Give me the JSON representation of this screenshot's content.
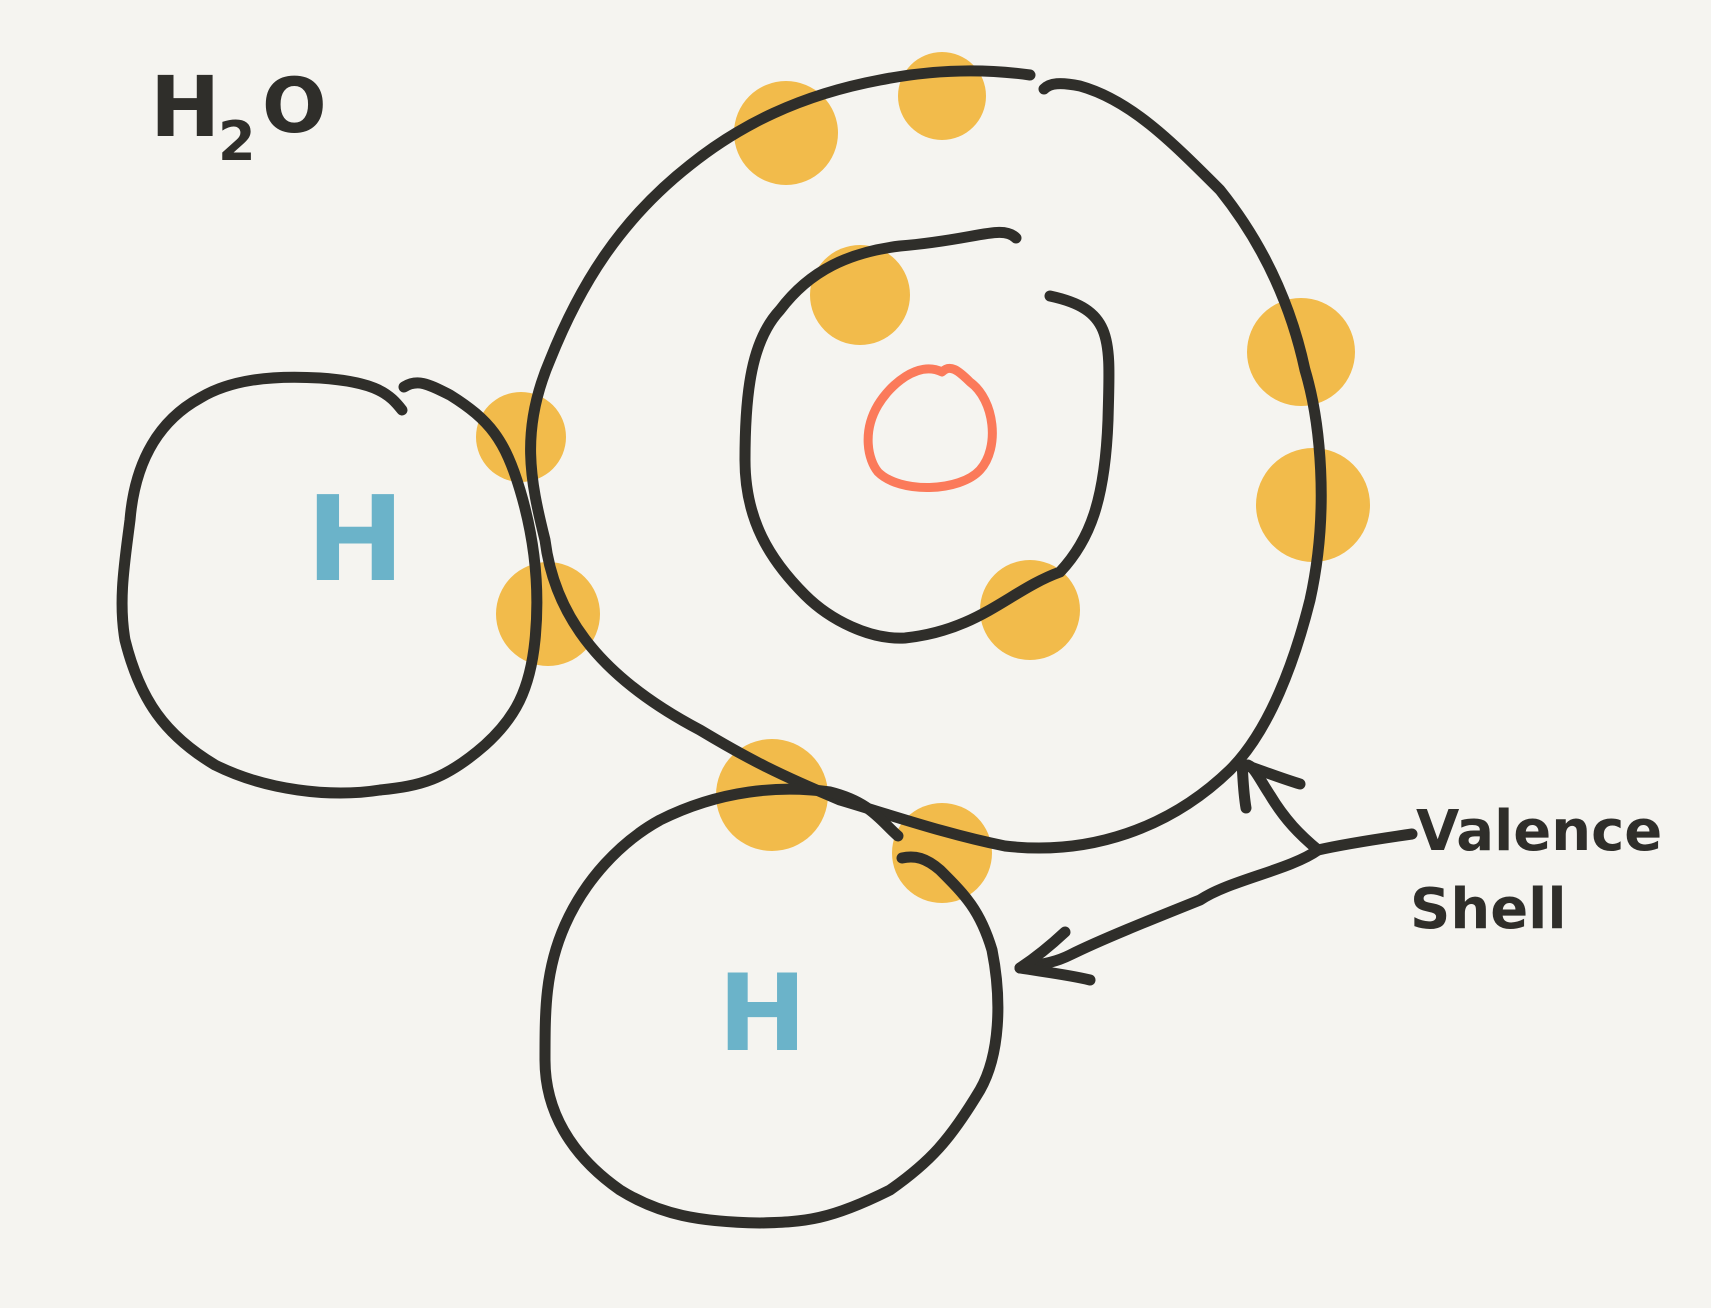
{
  "title": {
    "base": "H",
    "subscript": "2",
    "tail": "O"
  },
  "atoms": {
    "hydrogen_left": {
      "symbol": "H"
    },
    "hydrogen_bottom": {
      "symbol": "H"
    }
  },
  "annotation": {
    "line1": "Valence",
    "line2": "Shell"
  },
  "electrons": {
    "inner_shell_count": 2,
    "valence_shell_count": 8
  },
  "colors": {
    "ink": "#2f2e2a",
    "electron": "#f2bb4b",
    "hydrogen": "#6bb3c9",
    "oxygen_nucleus": "#fb7a5a",
    "background": "#f5f4f0"
  }
}
